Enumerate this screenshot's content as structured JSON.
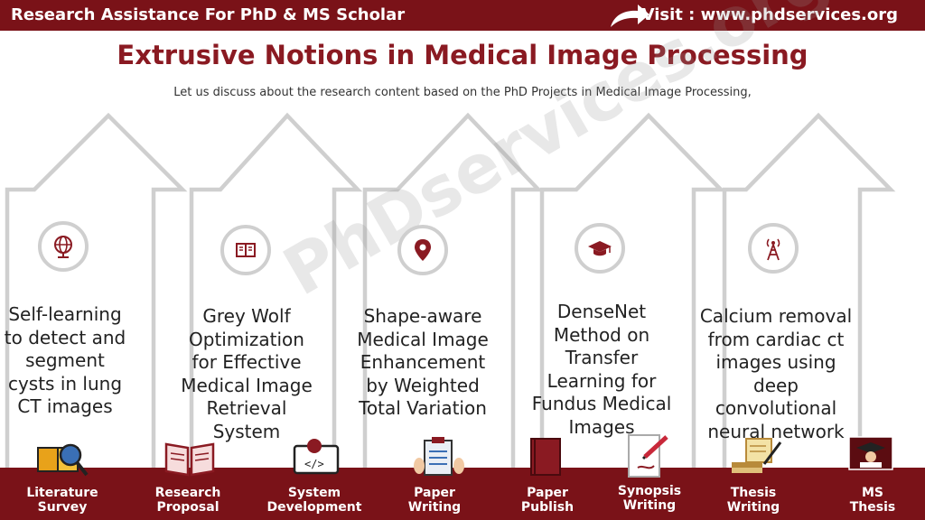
{
  "header": {
    "left_text": "Research Assistance For PhD & MS Scholar",
    "right_text": "Visit : www.phdservices.org"
  },
  "title": "Extrusive Notions in Medical Image Processing",
  "subtitle": "Let us discuss about the research content based on the PhD Projects in Medical Image Processing,",
  "watermark": "PhDservices.org",
  "cards": [
    {
      "icon": "globe-icon",
      "text": "Self-learning to detect and segment cysts in lung CT images"
    },
    {
      "icon": "book-icon",
      "text": "Grey Wolf Optimization for Effective Medical Image Retrieval System"
    },
    {
      "icon": "map-pin-icon",
      "text": "Shape-aware Medical Image Enhancement by Weighted Total Variation"
    },
    {
      "icon": "graduation-cap-icon",
      "text": "DenseNet Method on Transfer Learning for Fundus Medical Images"
    },
    {
      "icon": "antenna-tower-icon",
      "text": "Calcium removal from cardiac ct images using deep convolutional neural network"
    }
  ],
  "colors": {
    "brand": "#7a1218",
    "title": "#8a1a22",
    "arrow_outline": "#cfcfcf"
  },
  "nav": [
    {
      "label": "Literature Survey",
      "icon": "magnifier-book-icon"
    },
    {
      "label": "Research Proposal",
      "icon": "open-book-icon"
    },
    {
      "label": "System Development",
      "icon": "monitor-code-icon"
    },
    {
      "label": "Paper Writing",
      "icon": "clipboard-hands-icon"
    },
    {
      "label": "Paper Publish",
      "icon": "red-book-icon"
    },
    {
      "label": "Synopsis Writing",
      "icon": "pen-paper-icon"
    },
    {
      "label": "Thesis Writing",
      "icon": "scroll-pen-icon"
    },
    {
      "label": "MS Thesis",
      "icon": "graduate-laptop-icon"
    }
  ]
}
